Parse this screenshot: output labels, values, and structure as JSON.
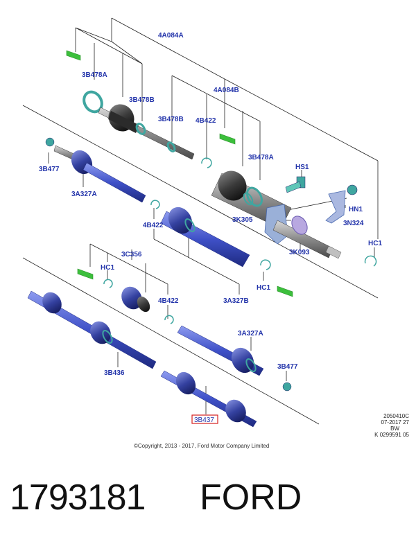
{
  "diagram": {
    "part_labels": {
      "top_4a084a": "4A084A",
      "top_3b478a_left": "3B478A",
      "top_3b478b_left": "3B478B",
      "top_4a084b": "4A084B",
      "top_3b478b_mid": "3B478B",
      "top_4b422_mid": "4B422",
      "top_3b478a_right": "3B478A",
      "top_hs1": "HS1",
      "top_hn1": "HN1",
      "top_3n324": "3N324",
      "top_3k305": "3K305",
      "top_3k093": "3K093",
      "top_hc1_right": "HC1",
      "mid_3b477": "3B477",
      "mid_3a327a": "3A327A",
      "mid_4b422": "4B422",
      "mid_hc1": "HC1",
      "mid_3a327b": "3A327B",
      "low_3c356": "3C356",
      "low_hc1": "HC1",
      "low_4b422": "4B422",
      "low_3a327a": "3A327A",
      "low_3b477": "3B477",
      "low_3b436": "3B436",
      "low_3b437": "3B437"
    },
    "copyright": "©Copyright, 2013 - 2017, Ford Motor Company Limited",
    "meta": {
      "line1": "2050410C",
      "line2": "07-2017 27",
      "line3": "BW",
      "line4": "K 0299591 05"
    },
    "colors": {
      "label_blue": "#2233aa",
      "shaft_blue": "#3f51c8",
      "boot_teal": "#3fa6a0",
      "green_marker": "#3cbf3c",
      "highlight_red": "#d62020"
    }
  },
  "caption": {
    "part_number": "1793181",
    "brand": "FORD"
  }
}
